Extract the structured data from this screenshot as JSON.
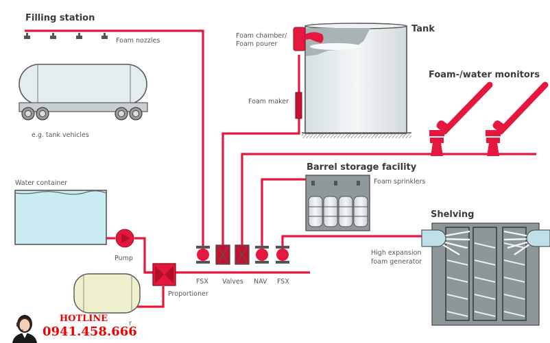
{
  "diagram": {
    "sections": {
      "filling_station": "Filling station",
      "tank": "Tank",
      "monitors": "Foam-/water monitors",
      "barrel_storage": "Barrel storage facility",
      "shelving": "Shelving"
    },
    "labels": {
      "foam_nozzles": "Foam nozzles",
      "tank_vehicles": "e.g. tank vehicles",
      "foam_chamber_1": "Foam chamber/",
      "foam_chamber_2": "Foam pourer",
      "foam_maker": "Foam maker",
      "water_container": "Water container",
      "pump": "Pump",
      "proportioner": "Proportioner",
      "foam_sprinklers": "Foam sprinklers",
      "hex_gen_1": "High expansion",
      "hex_gen_2": "foam generator",
      "foam_tank_partial": "r",
      "valve_fsx_1": "FSX",
      "valve_valves": "Valves",
      "valve_nav": "NAV",
      "valve_fsx_2": "FSX"
    },
    "colors": {
      "pipe": "#e5173f",
      "water": "#c8ecf2",
      "foam_tank": "#eef0cc",
      "tank_body": "#e6edef",
      "equipment_grey": "#9aa1a4"
    }
  },
  "hotline": {
    "label": "HOTLINE",
    "number": "0941.458.666"
  }
}
